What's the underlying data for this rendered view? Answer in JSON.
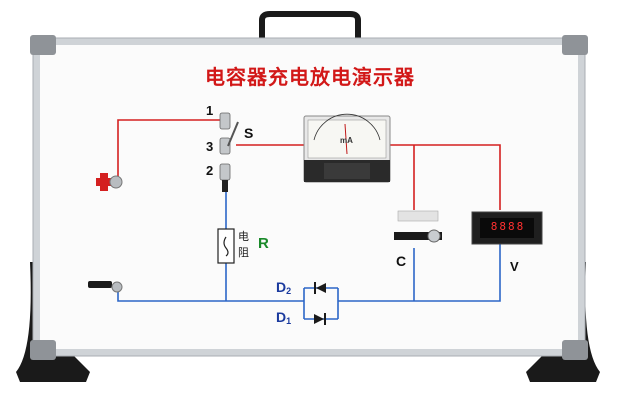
{
  "board": {
    "title": "电容器充电放电演示器",
    "switch_label": "S",
    "pos_1": "1",
    "pos_2": "2",
    "pos_3": "3",
    "resistor_label": "R",
    "resistor_text_1": "电",
    "resistor_text_2": "阻",
    "capacitor_label": "C",
    "voltmeter_label": "V",
    "voltmeter_reading": "8888",
    "diode_d2": "D",
    "diode_d2_sub": "2",
    "diode_d1": "D",
    "diode_d1_sub": "1",
    "ammeter_unit": "mA"
  },
  "colors": {
    "title": "#d21818",
    "wire_red": "#d42020",
    "wire_blue": "#2c66c8",
    "resistor_label": "#1a8a2a",
    "diode_label": "#1a3a9e",
    "frame": "#c8ccd0",
    "stand": "#1a1a1a"
  }
}
